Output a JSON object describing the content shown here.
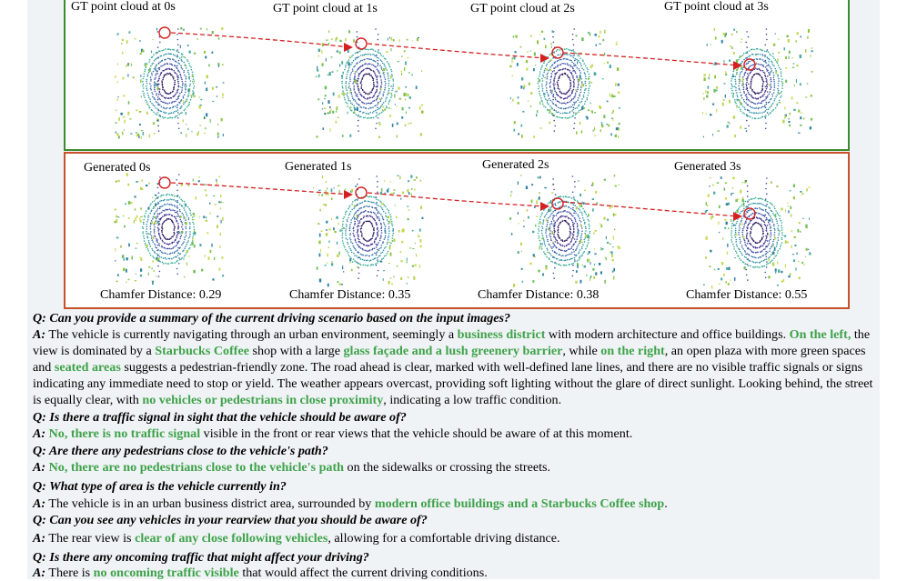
{
  "gt_row": {
    "titles": [
      "GT point cloud at 0s",
      "GT point cloud at 1s",
      "GT point cloud at 2s",
      "GT point cloud at 3s"
    ]
  },
  "gen_row": {
    "titles": [
      "Generated 0s",
      "Generated 1s",
      "Generated 2s",
      "Generated 3s"
    ],
    "chamfer": [
      "Chamfer Distance: 0.29",
      "Chamfer Distance: 0.35",
      "Chamfer Distance: 0.38",
      "Chamfer Distance: 0.55"
    ]
  },
  "colors": {
    "gt_border": "#3c8a2e",
    "gen_border": "#c8502a",
    "highlight": "#3fa24b",
    "trajectory": "#d42020"
  },
  "qa": [
    {
      "q": "Q: Can you provide a summary of the current driving scenario based on the input images?",
      "a": [
        {
          "t": "A:",
          "s": "lbl"
        },
        {
          "t": " The vehicle is currently navigating through an urban environment, seemingly a "
        },
        {
          "t": "business district",
          "s": "hl"
        },
        {
          "t": " with modern architecture and office buildings. "
        },
        {
          "t": "On the left,",
          "s": "hl"
        },
        {
          "t": " the view is dominated by a "
        },
        {
          "t": "Starbucks Coffee",
          "s": "hl"
        },
        {
          "t": " shop with a large "
        },
        {
          "t": "glass façade and a lush greenery barrier",
          "s": "hl"
        },
        {
          "t": ", while "
        },
        {
          "t": "on the right",
          "s": "hl"
        },
        {
          "t": ", an open plaza with more green spaces and "
        },
        {
          "t": "seated areas",
          "s": "hl"
        },
        {
          "t": " suggests a pedestrian-friendly zone. The road ahead is clear, marked with well-defined lane lines, and there are no visible traffic signals or signs indicating any immediate need to stop or yield. The weather appears overcast, providing soft lighting without the glare of direct sunlight. Looking behind, the street is equally clear, with "
        },
        {
          "t": "no vehicles or pedestrians in close proximity",
          "s": "hl"
        },
        {
          "t": ", indicating a low traffic condition."
        }
      ]
    },
    {
      "q": "Q: Is there a traffic signal in sight that the vehicle should be aware of?",
      "a": [
        {
          "t": "A:",
          "s": "lbl"
        },
        {
          "t": " "
        },
        {
          "t": "No, there is no traffic signal",
          "s": "hl"
        },
        {
          "t": " visible in the front or rear views that the vehicle should be aware of at this moment."
        }
      ]
    },
    {
      "q": "Q: Are there any pedestrians close to the vehicle's path?",
      "a": [
        {
          "t": "A:",
          "s": "lbl"
        },
        {
          "t": " "
        },
        {
          "t": "No, there are no pedestrians close to the vehicle's path",
          "s": "hl"
        },
        {
          "t": " on the sidewalks or crossing the streets."
        }
      ]
    },
    {
      "q": "Q: What type of area is the vehicle currently in?",
      "a": [
        {
          "t": "A:",
          "s": "lbl"
        },
        {
          "t": " The vehicle is in an urban business district area, surrounded by "
        },
        {
          "t": "modern office buildings and a Starbucks Coffee shop",
          "s": "hl"
        },
        {
          "t": "."
        }
      ]
    },
    {
      "q": "Q: Can you see any vehicles in your rearview that you should be aware of?",
      "a": [
        {
          "t": "A:",
          "s": "lbl"
        },
        {
          "t": " The rear view is "
        },
        {
          "t": "clear of any close following vehicles",
          "s": "hl"
        },
        {
          "t": ", allowing for a comfortable driving distance."
        }
      ]
    },
    {
      "q": "Q: Is there any oncoming traffic that might affect your driving?",
      "a": [
        {
          "t": "A:",
          "s": "lbl"
        },
        {
          "t": " There is "
        },
        {
          "t": "no oncoming traffic visible",
          "s": "hl"
        },
        {
          "t": " that would affect the current driving conditions."
        }
      ]
    }
  ]
}
